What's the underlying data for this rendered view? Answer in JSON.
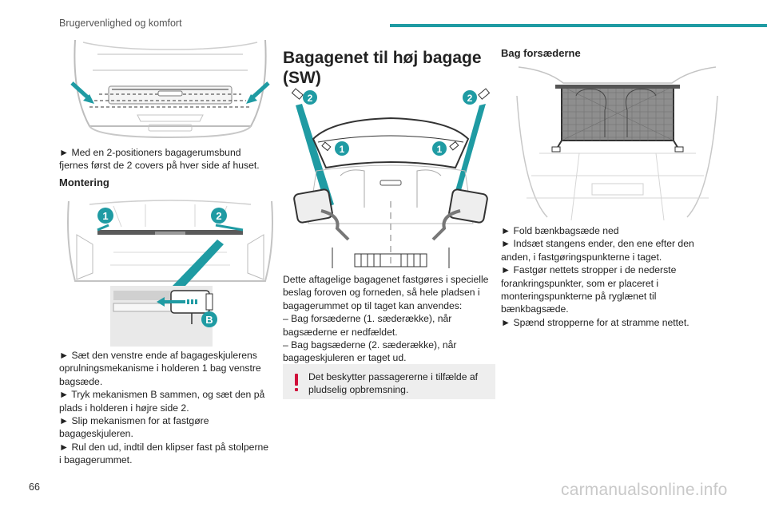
{
  "header": {
    "title": "Brugervenlighed og komfort",
    "accent_color": "#1f9ba3"
  },
  "page_number": "66",
  "watermark": "carmanualsonline.info",
  "col1": {
    "para1": [
      "► Med en 2-positioners bagagerumsbund",
      "fjernes først de 2 covers på hver side af huset."
    ],
    "heading": "Montering",
    "markers": {
      "one": "1",
      "two": "2",
      "b": "B"
    },
    "para2": [
      "► Sæt den venstre ende af bagageskjulerens",
      "oprulningsmekanisme i holderen 1 bag venstre",
      "bagsæde.",
      "► Tryk mekanismen B sammen, og sæt den på",
      "plads i holderen i højre side 2.",
      "► Slip mekanismen for at fastgøre",
      "bagageskjuleren.",
      "► Rul den ud, indtil den klipser fast på stolperne",
      "i bagagerummet."
    ]
  },
  "col2": {
    "heading_lines": [
      "Bagagenet til høj bagage",
      "(SW)"
    ],
    "markers": {
      "one": "1",
      "two": "2"
    },
    "para": [
      "Dette aftagelige bagagenet fastgøres i specielle",
      "beslag foroven og forneden, så hele pladsen i",
      "bagagerummet op til taget kan anvendes:",
      "– Bag forsæderne (1. sæderække), når",
      "bagsæderne er nedfældet.",
      "– Bag bagsæderne (2. sæderække), når",
      "bagageskjuleren er taget ud."
    ],
    "warning": {
      "lines": [
        "Det beskytter passagererne i tilfælde af",
        "pludselig opbremsning."
      ],
      "icon": "exclamation-icon",
      "color": "#d0103a"
    }
  },
  "col3": {
    "heading": "Bag forsæderne",
    "para": [
      "► Fold bænkbagsæde ned",
      "► Indsæt stangens ender, den ene efter den",
      "anden, i fastgøringspunkterne i taget.",
      "► Fastgør nettets stropper i de nederste",
      "forankringspunkter, som er placeret i",
      "monteringspunkterne på ryglænet til",
      "bænkbagsæde.",
      "► Spænd stropperne for at stramme nettet."
    ]
  }
}
